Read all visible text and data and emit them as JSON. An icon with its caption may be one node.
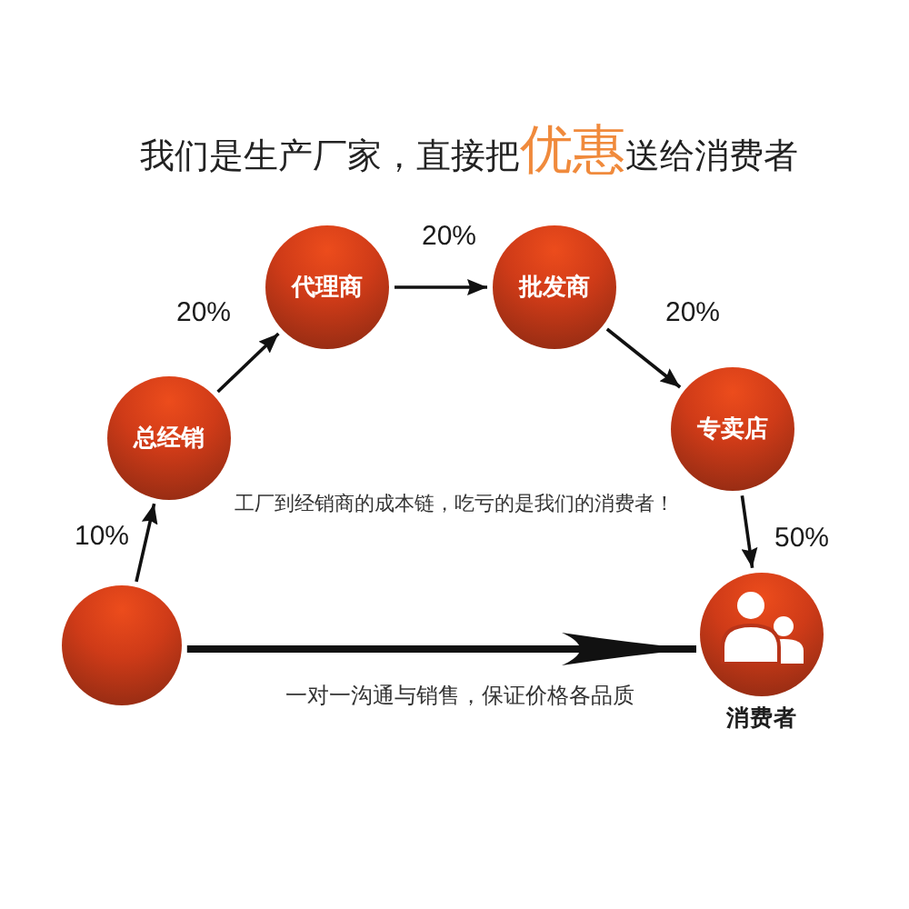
{
  "diagram": {
    "title": "我们是生产厂家，直接把**优惠**送给消费者",
    "nodes": [
      {
        "text": [],
        "shape": "circle"
      },
      {
        "text": [
          "总经销"
        ]
      },
      {
        "text": [
          "代理商"
        ]
      },
      {
        "text": [
          "批发商"
        ]
      },
      {
        "text": [
          "专卖店"
        ]
      },
      {
        "text": [
          "消费者"
        ]
      }
    ],
    "edges": [
      {
        "from": 0,
        "to": 1,
        "arrow": "to",
        "label": "10%"
      },
      {
        "from": 1,
        "to": 2,
        "arrow": "to",
        "label": "20%"
      },
      {
        "from": 2,
        "to": 3,
        "arrow": "to",
        "label": "20%"
      },
      {
        "from": 3,
        "to": 4,
        "arrow": "to",
        "label": "20%"
      },
      {
        "from": 4,
        "to": 5,
        "arrow": "to",
        "label": "50%"
      },
      {
        "from": 0,
        "to": 5,
        "arrow": "to",
        "label": "一对一沟通与销售，保证价格各品质",
        "style": "thick"
      }
    ],
    "labels": [
      "工厂到经销商的成本链，吃亏的是我们的消费者！"
    ]
  }
}
